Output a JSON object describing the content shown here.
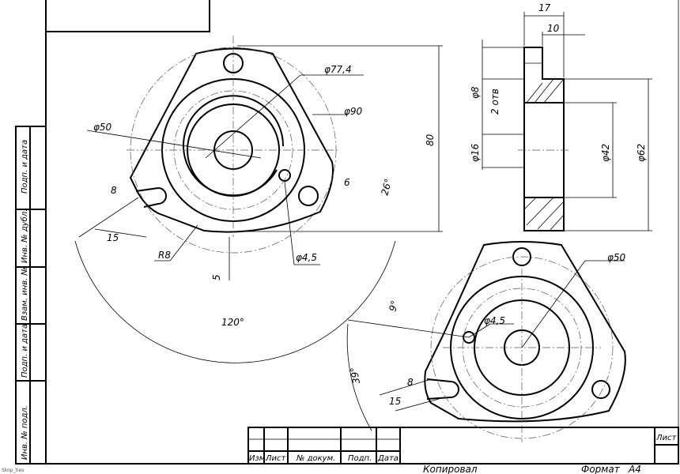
{
  "side_strip": {
    "labels": [
      "Подп. и дата",
      "Инв. № дубл.",
      "Взам. инв. №",
      "Подп. и дата",
      "Инв. № подл."
    ]
  },
  "title_block": {
    "columns": [
      "Изм.",
      "Лист",
      "№ докум.",
      "Подп.",
      "Дата"
    ],
    "sheet_label": "Лист",
    "copied": "Копировал",
    "format_label": "Формат",
    "format_value": "А4"
  },
  "corner_note": "Skop_ties",
  "dimensions": {
    "top_view": {
      "d77": "φ77,4",
      "d90": "φ90",
      "d50": "φ50",
      "h80": "80",
      "s8": "8",
      "s15": "15",
      "r8": "R8",
      "s5": "5",
      "d45": "φ4,5",
      "s6": "6",
      "a26": "26°",
      "a120": "120°"
    },
    "side_view": {
      "w17": "17",
      "w10": "10",
      "d8": "φ8",
      "holes": "2 отв",
      "d16": "φ16",
      "d42": "φ42",
      "d62": "φ62"
    },
    "bottom_view": {
      "d50": "φ50",
      "d45": "φ4,5",
      "a9": "9°",
      "a39": "39°",
      "s8": "8",
      "s15": "15"
    }
  }
}
